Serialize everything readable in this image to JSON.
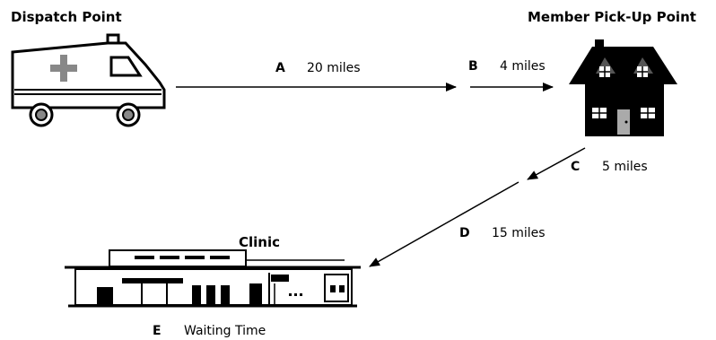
{
  "nodes": {
    "dispatch": {
      "title": "Dispatch Point",
      "icon": "ambulance-icon"
    },
    "pickup": {
      "title": "Member Pick-Up Point",
      "icon": "house-icon"
    },
    "clinic": {
      "title": "Clinic",
      "icon": "clinic-building-icon"
    }
  },
  "legs": [
    {
      "letter": "A",
      "text": "20 miles"
    },
    {
      "letter": "B",
      "text": "4 miles"
    },
    {
      "letter": "C",
      "text": "5 miles"
    },
    {
      "letter": "D",
      "text": "15 miles"
    },
    {
      "letter": "E",
      "text": "Waiting Time"
    }
  ],
  "colors": {
    "ink": "#000000",
    "gray": "#888888",
    "white": "#ffffff"
  }
}
